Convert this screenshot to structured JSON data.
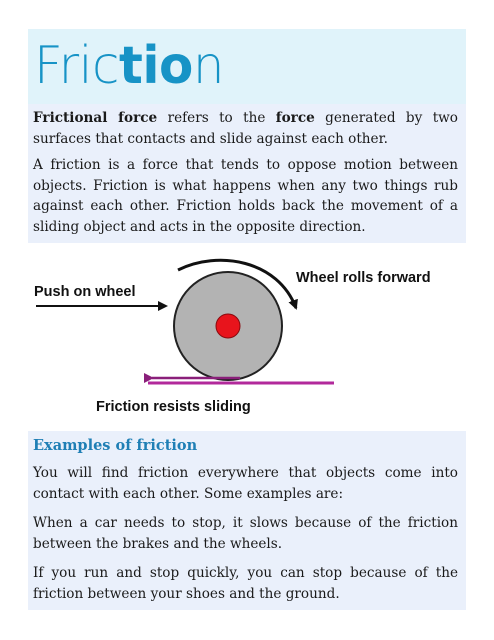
{
  "title": {
    "light_part": "Fric",
    "bold_part": "tio",
    "light_end": "n"
  },
  "intro": {
    "p1_term1": "Frictional force",
    "p1_mid": " refers to the ",
    "p1_term2": "force",
    "p1_rest": " generated by two surfaces that contacts and slide against each other.",
    "p2": "A friction is a force that tends to oppose motion between objects. Friction is what happens when any two things rub against each other. Friction holds back the movement of a sliding object and acts in the opposite direction."
  },
  "diagram": {
    "push_label": "Push on wheel",
    "rolls_label": "Wheel rolls forward",
    "friction_label": "Friction resists sliding"
  },
  "examples": {
    "heading": "Examples of friction",
    "p1": "You will find friction everywhere that objects come into contact with each other. Some examples are:",
    "p2": "When a car needs to stop, it slows because of the friction between the brakes and the wheels.",
    "p3": "If you run and stop quickly, you can stop because of the friction between your shoes and the ground."
  },
  "colors": {
    "title": "#1793c6",
    "title_band": "#e0f3fa",
    "text_panel": "#eaf0fb",
    "heading": "#1f7fb5",
    "wheel": "#b3b3b3",
    "hub": "#e8141c",
    "ground": "#b2299b"
  }
}
